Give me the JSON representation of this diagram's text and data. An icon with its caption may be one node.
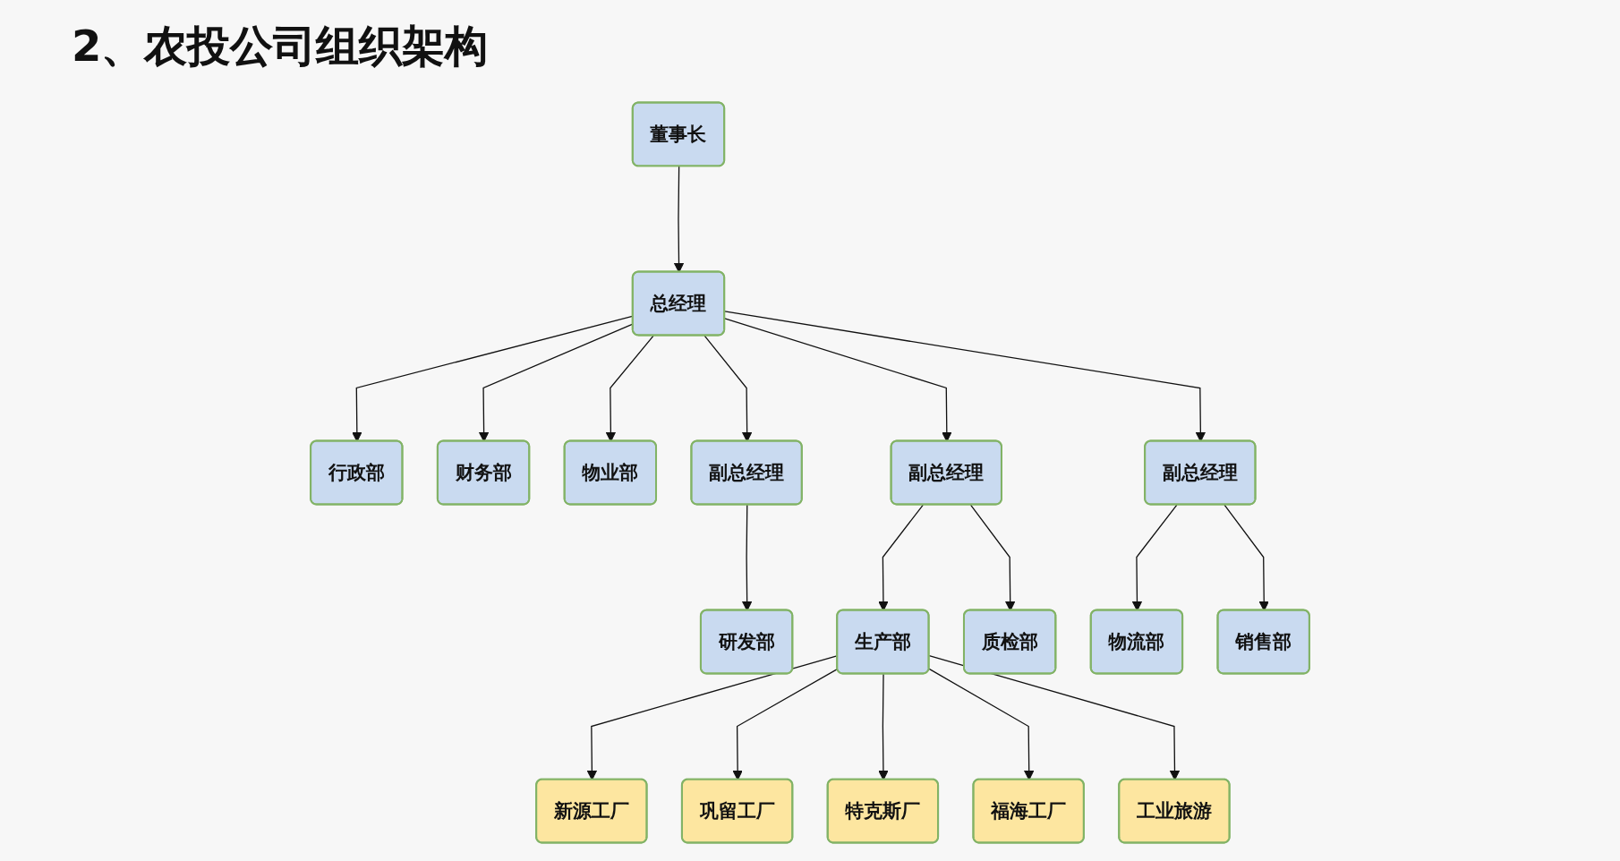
{
  "diagram": {
    "title": "2、农投公司组织架构",
    "nodes": [
      {
        "text": [
          "董事长"
        ]
      },
      {
        "text": [
          "总经理"
        ]
      },
      {
        "text": [
          "行政部"
        ]
      },
      {
        "text": [
          "财务部"
        ]
      },
      {
        "text": [
          "物业部"
        ]
      },
      {
        "text": [
          "副总经理"
        ]
      },
      {
        "text": [
          "副总经理"
        ]
      },
      {
        "text": [
          "副总经理"
        ]
      },
      {
        "text": [
          "研发部"
        ]
      },
      {
        "text": [
          "生产部"
        ]
      },
      {
        "text": [
          "质检部"
        ]
      },
      {
        "text": [
          "物流部"
        ]
      },
      {
        "text": [
          "销售部"
        ]
      },
      {
        "text": [
          "新源工厂"
        ]
      },
      {
        "text": [
          "巩留工厂"
        ]
      },
      {
        "text": [
          "特克斯厂"
        ]
      },
      {
        "text": [
          "福海工厂"
        ]
      },
      {
        "text": [
          "工业旅游"
        ]
      }
    ],
    "edges": [
      {
        "from": 0,
        "to": 1,
        "arrow": "to"
      },
      {
        "from": 1,
        "to": 2,
        "arrow": "to"
      },
      {
        "from": 1,
        "to": 3,
        "arrow": "to"
      },
      {
        "from": 1,
        "to": 4,
        "arrow": "to"
      },
      {
        "from": 1,
        "to": 5,
        "arrow": "to"
      },
      {
        "from": 1,
        "to": 6,
        "arrow": "to"
      },
      {
        "from": 1,
        "to": 7,
        "arrow": "to"
      },
      {
        "from": 5,
        "to": 8,
        "arrow": "to"
      },
      {
        "from": 6,
        "to": 9,
        "arrow": "to"
      },
      {
        "from": 6,
        "to": 10,
        "arrow": "to"
      },
      {
        "from": 7,
        "to": 11,
        "arrow": "to"
      },
      {
        "from": 7,
        "to": 12,
        "arrow": "to"
      },
      {
        "from": 9,
        "to": 13,
        "arrow": "to"
      },
      {
        "from": 9,
        "to": 14,
        "arrow": "to"
      },
      {
        "from": 9,
        "to": 15,
        "arrow": "to"
      },
      {
        "from": 9,
        "to": 16,
        "arrow": "to"
      },
      {
        "from": 9,
        "to": 17,
        "arrow": "to"
      }
    ]
  }
}
